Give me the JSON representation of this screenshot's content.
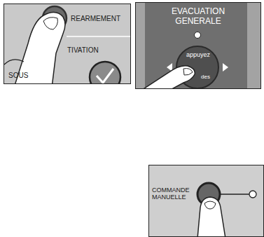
{
  "diagram": {
    "nodes": [
      {
        "text": [
          "REARMEMENT",
          "TIVATION",
          "SOUS"
        ]
      },
      {
        "text": [
          "EVACUATION GENERALE"
        ]
      },
      {
        "text": [
          "appuyez",
          "des"
        ],
        "in": 1
      },
      {
        "text": [
          "COMMANDE MANUELLE"
        ]
      }
    ]
  }
}
